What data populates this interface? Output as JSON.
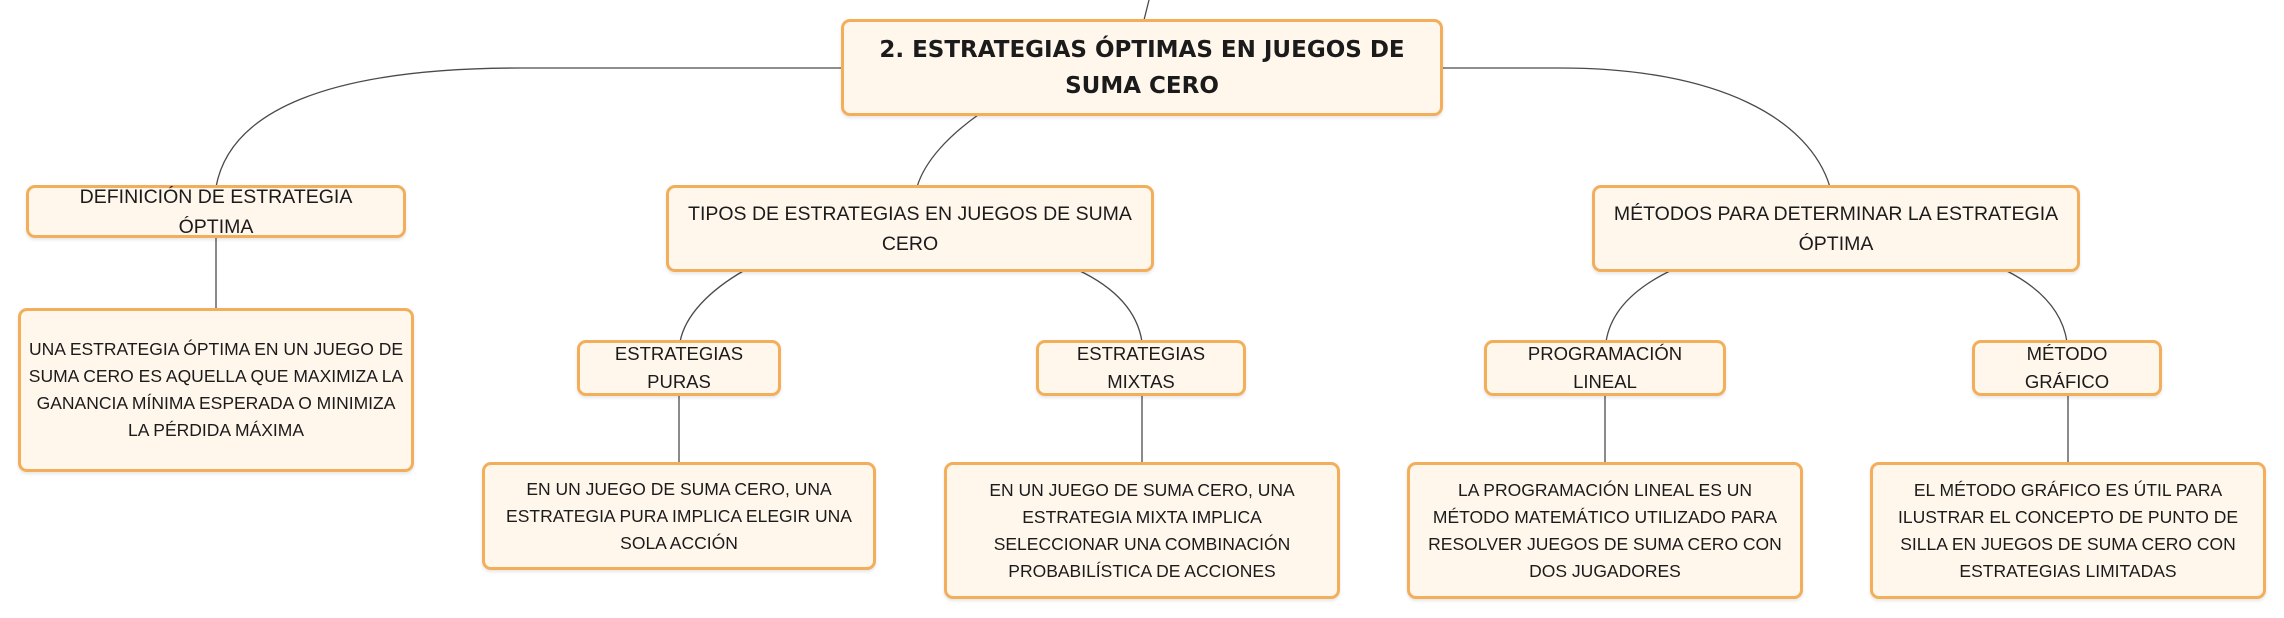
{
  "root": {
    "label": "2. ESTRATEGIAS ÓPTIMAS EN JUEGOS DE SUMA CERO"
  },
  "topics": [
    {
      "label": "DEFINICIÓN DE ESTRATEGIA ÓPTIMA",
      "detail": "UNA ESTRATEGIA ÓPTIMA EN UN JUEGO DE SUMA CERO ES AQUELLA QUE MAXIMIZA LA GANANCIA MÍNIMA ESPERADA O MINIMIZA LA PÉRDIDA MÁXIMA"
    },
    {
      "label": "TIPOS DE ESTRATEGIAS EN JUEGOS DE SUMA CERO",
      "children": [
        {
          "label": "ESTRATEGIAS PURAS",
          "detail": "EN UN JUEGO DE SUMA CERO, UNA ESTRATEGIA PURA IMPLICA ELEGIR UNA SOLA ACCIÓN"
        },
        {
          "label": "ESTRATEGIAS MIXTAS",
          "detail": "EN UN JUEGO DE SUMA CERO, UNA ESTRATEGIA MIXTA IMPLICA SELECCIONAR UNA COMBINACIÓN PROBABILÍSTICA DE ACCIONES"
        }
      ]
    },
    {
      "label": "MÉTODOS PARA DETERMINAR LA ESTRATEGIA ÓPTIMA",
      "children": [
        {
          "label": "PROGRAMACIÓN LINEAL",
          "detail": "LA PROGRAMACIÓN LINEAL ES UN MÉTODO MATEMÁTICO UTILIZADO PARA RESOLVER JUEGOS DE SUMA CERO CON DOS JUGADORES"
        },
        {
          "label": "MÉTODO GRÁFICO",
          "detail": "EL MÉTODO GRÁFICO ES ÚTIL PARA ILUSTRAR EL CONCEPTO DE PUNTO DE SILLA EN JUEGOS DE SUMA CERO CON ESTRATEGIAS LIMITADAS"
        }
      ]
    }
  ],
  "colors": {
    "node_fill": "#fff6ec",
    "node_border": "#f3ae5c",
    "connector": "#4a4a4a",
    "text": "#1b1b1b"
  }
}
